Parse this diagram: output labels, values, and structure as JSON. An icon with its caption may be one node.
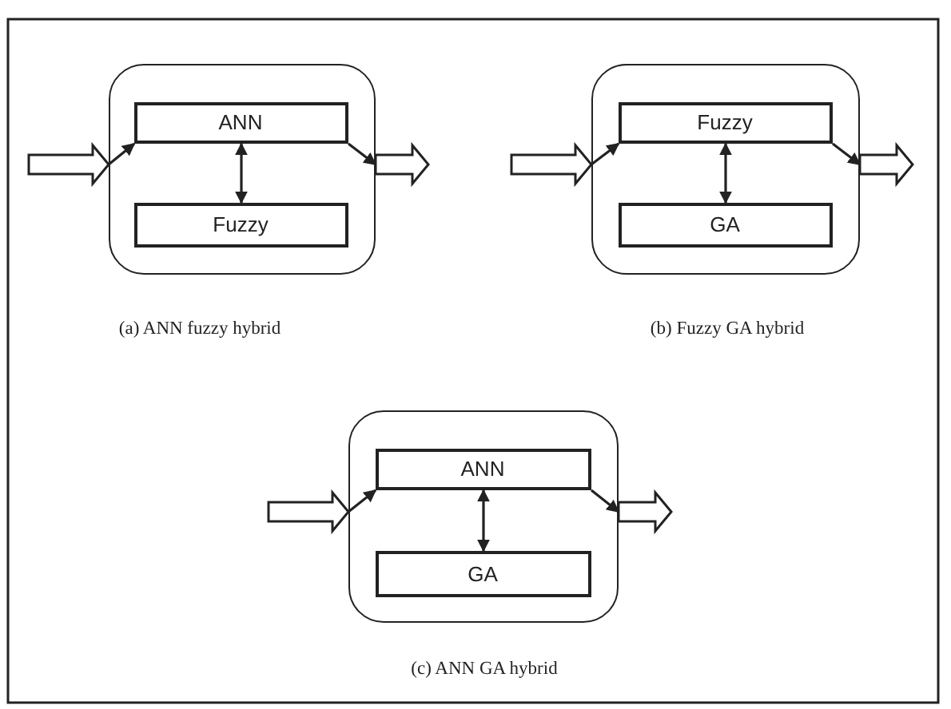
{
  "diagram": {
    "nodes": [
      {
        "text": [],
        "shape": "box",
        "beside": [
          "(a) ANN fuzzy hybrid"
        ]
      },
      {
        "text": [
          "ANN"
        ],
        "in": 0
      },
      {
        "text": [
          "Fuzzy"
        ],
        "in": 0
      },
      {
        "text": [],
        "shape": "box",
        "beside": [
          "(b) Fuzzy GA hybrid"
        ]
      },
      {
        "text": [
          "Fuzzy"
        ],
        "in": 3
      },
      {
        "text": [
          "GA"
        ],
        "in": 3
      },
      {
        "text": [],
        "shape": "box",
        "beside": [
          "(c) ANN GA hybrid"
        ]
      },
      {
        "text": [
          "ANN"
        ],
        "in": 6
      },
      {
        "text": [
          "GA"
        ],
        "in": 6
      }
    ],
    "edges": [
      {
        "from": null,
        "to": 0,
        "arrow": "to",
        "style": "thick"
      },
      {
        "from": 0,
        "to": 1,
        "arrow": "to"
      },
      {
        "from": 1,
        "to": 0,
        "arrow": "to"
      },
      {
        "from": 1,
        "to": 2,
        "arrow": "both"
      },
      {
        "from": 0,
        "to": null,
        "arrow": "to",
        "style": "thick"
      },
      {
        "from": null,
        "to": 3,
        "arrow": "to",
        "style": "thick"
      },
      {
        "from": 3,
        "to": 4,
        "arrow": "to"
      },
      {
        "from": 4,
        "to": 3,
        "arrow": "to"
      },
      {
        "from": 4,
        "to": 5,
        "arrow": "both"
      },
      {
        "from": 3,
        "to": null,
        "arrow": "to",
        "style": "thick"
      },
      {
        "from": null,
        "to": 6,
        "arrow": "to",
        "style": "thick"
      },
      {
        "from": 6,
        "to": 7,
        "arrow": "to"
      },
      {
        "from": 7,
        "to": 6,
        "arrow": "to"
      },
      {
        "from": 7,
        "to": 8,
        "arrow": "both"
      },
      {
        "from": 6,
        "to": null,
        "arrow": "to",
        "style": "thick"
      }
    ]
  }
}
